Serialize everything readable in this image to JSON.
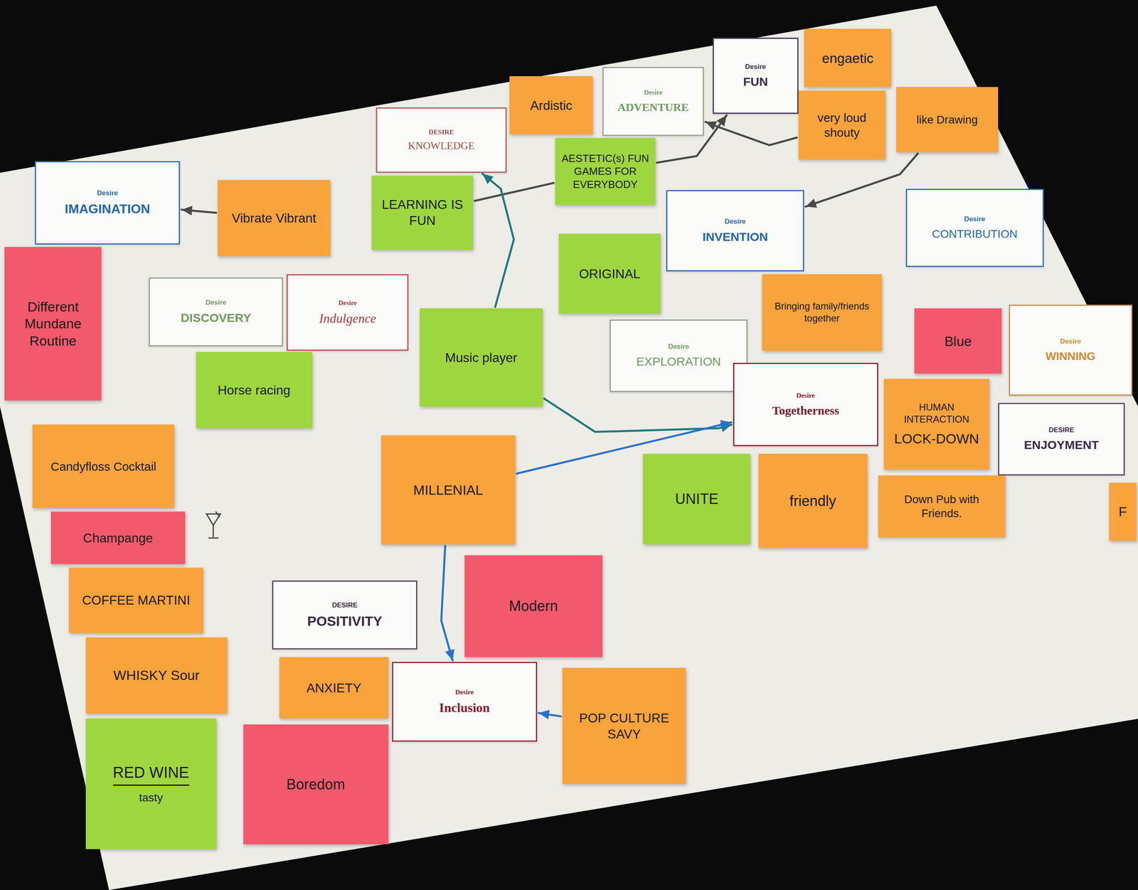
{
  "diagram": {
    "nodes": [
      {
        "text": [
          "engaetic"
        ]
      },
      {
        "text": [
          "Desire",
          "FUN"
        ]
      },
      {
        "text": [
          "Desire",
          "ADVENTURE"
        ]
      },
      {
        "text": [
          "Ardistic"
        ]
      },
      {
        "text": [
          "very loud shouty"
        ]
      },
      {
        "text": [
          "like Drawing"
        ]
      },
      {
        "text": [
          "DESIRE",
          "KNOWLEDGE"
        ]
      },
      {
        "text": [
          "AESTETIC(s) FUN GAMES FOR EVERYBODY"
        ]
      },
      {
        "text": [
          "Desire",
          "IMAGINATION"
        ]
      },
      {
        "text": [
          "LEARNING IS FUN"
        ]
      },
      {
        "text": [
          "Vibrate Vibrant"
        ]
      },
      {
        "text": [
          "Desire",
          "CONTRIBUTION"
        ]
      },
      {
        "text": [
          "Desire",
          "INVENTION"
        ]
      },
      {
        "text": [
          "ORIGINAL"
        ]
      },
      {
        "text": [
          "Different Mundane Routine"
        ]
      },
      {
        "text": [
          "Bringing family/friends together"
        ]
      },
      {
        "text": [
          "Desire",
          "DISCOVERY"
        ]
      },
      {
        "text": [
          "Desire",
          "Indulgence"
        ]
      },
      {
        "text": [
          "Desire",
          "WINNING"
        ]
      },
      {
        "text": [
          "Blue"
        ]
      },
      {
        "text": [
          "Music player"
        ]
      },
      {
        "text": [
          "Desire",
          "EXPLORATION"
        ]
      },
      {
        "text": [
          "Horse racing"
        ]
      },
      {
        "text": [
          "Desire",
          "Togetherness"
        ]
      },
      {
        "text": [
          "HUMAN INTERACTION",
          "LOCK-DOWN"
        ]
      },
      {
        "text": [
          "DESIRE",
          "ENJOYMENT"
        ]
      },
      {
        "text": [
          "Candyfloss Cocktail"
        ]
      },
      {
        "text": [
          "MILLENIAL"
        ]
      },
      {
        "text": [
          "UNITE"
        ]
      },
      {
        "text": [
          "friendly"
        ]
      },
      {
        "text": [
          "Down Pub with Friends."
        ]
      },
      {
        "text": [
          "F"
        ]
      },
      {
        "text": [
          "Champange"
        ]
      },
      {
        "text": [
          "Modern"
        ]
      },
      {
        "text": [
          "COFFEE MARTINI"
        ]
      },
      {
        "text": [
          "DESIRE",
          "POSITIVITY"
        ]
      },
      {
        "text": [
          "WHISKY Sour"
        ]
      },
      {
        "text": [
          "ANXIETY"
        ]
      },
      {
        "text": [
          "Desire",
          "Inclusion"
        ]
      },
      {
        "text": [
          "POP CULTURE SAVY"
        ]
      },
      {
        "text": [
          "RED WINE",
          "tasty"
        ]
      },
      {
        "text": [
          "Boredom"
        ]
      }
    ],
    "edges": [
      {
        "from": 10,
        "to": 8,
        "arrow": "to"
      },
      {
        "from": 9,
        "to": 7,
        "arrow": "none"
      },
      {
        "from": 20,
        "to": 6,
        "arrow": "to"
      },
      {
        "from": 20,
        "to": 23,
        "arrow": "to"
      },
      {
        "from": 27,
        "to": 38,
        "arrow": "to"
      },
      {
        "from": 27,
        "to": 23,
        "arrow": "to"
      },
      {
        "from": 39,
        "to": 38,
        "arrow": "to"
      },
      {
        "from": 7,
        "to": 1,
        "arrow": "to"
      },
      {
        "from": 4,
        "to": 2,
        "arrow": "to"
      },
      {
        "from": 5,
        "to": 12,
        "arrow": "to"
      }
    ]
  }
}
